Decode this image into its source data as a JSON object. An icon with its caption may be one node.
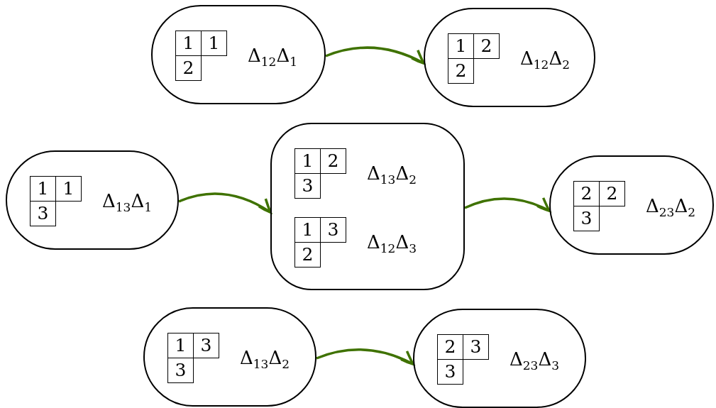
{
  "diagram": {
    "nodes": [
      {
        "text": [
          "1",
          "1",
          "2",
          "Δ$_{12}$Δ$_{1}$"
        ]
      },
      {
        "text": [
          "1",
          "2",
          "2",
          "Δ$_{12}$Δ$_{2}$"
        ]
      },
      {
        "text": [
          "1",
          "1",
          "3",
          "Δ$_{13}$Δ$_{1}$"
        ]
      },
      {
        "text": [
          "1",
          "2",
          "3",
          "Δ$_{13}$Δ$_{2}$",
          "1",
          "3",
          "2",
          "Δ$_{12}$Δ$_{3}$"
        ]
      },
      {
        "text": [
          "2",
          "2",
          "3",
          "Δ$_{23}$Δ$_{2}$"
        ]
      },
      {
        "text": [
          "1",
          "3",
          "3",
          "Δ$_{13}$Δ$_{2}$"
        ]
      },
      {
        "text": [
          "2",
          "3",
          "3",
          "Δ$_{23}$Δ$_{3}$"
        ]
      }
    ],
    "edges": [
      {
        "from": 0,
        "to": 1,
        "arrow": "to"
      },
      {
        "from": 2,
        "to": 3,
        "arrow": "to"
      },
      {
        "from": 3,
        "to": 4,
        "arrow": "to"
      },
      {
        "from": 5,
        "to": 6,
        "arrow": "to"
      }
    ]
  }
}
